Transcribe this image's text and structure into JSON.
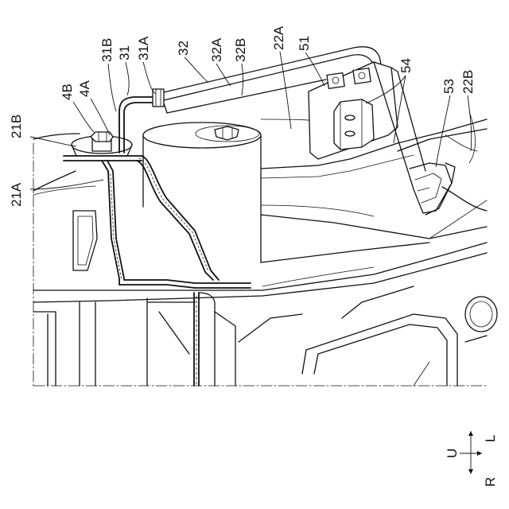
{
  "figure": {
    "reference_labels": {
      "l21B": "21B",
      "l21A": "21A",
      "l4B": "4B",
      "l4A": "4A",
      "l31B": "31B",
      "l31": "31",
      "l31A": "31A",
      "l32": "32",
      "l32A": "32A",
      "l32B": "32B",
      "l22A": "22A",
      "l51": "51",
      "l54": "54",
      "l53": "53",
      "l22B": "22B"
    },
    "direction_indicator": {
      "up": "U",
      "left": "L",
      "rear": "R"
    }
  }
}
